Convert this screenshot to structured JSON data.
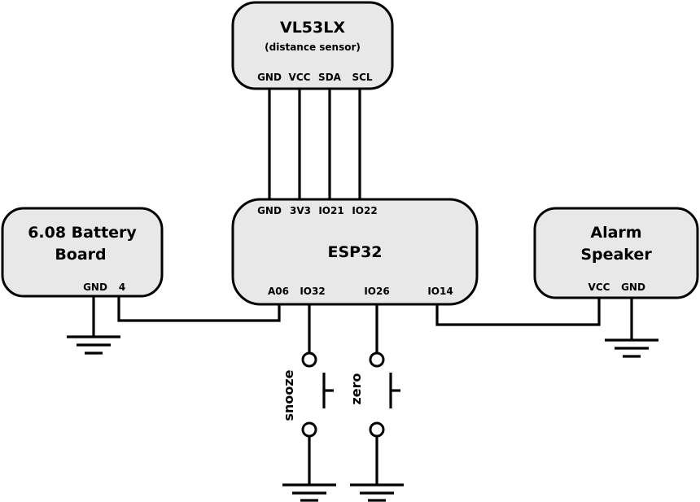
{
  "sensor": {
    "title": "VL53LX",
    "subtitle": "(distance sensor)",
    "pins": [
      "GND",
      "VCC",
      "SDA",
      "SCL"
    ]
  },
  "esp32": {
    "title": "ESP32",
    "top_pins": [
      "GND",
      "3V3",
      "IO21",
      "IO22"
    ],
    "bottom_pins": [
      "A06",
      "IO32",
      "IO26",
      "IO14"
    ]
  },
  "battery": {
    "title_line1": "6.08 Battery",
    "title_line2": "Board",
    "pins": [
      "GND",
      "4"
    ]
  },
  "speaker": {
    "title_line1": "Alarm",
    "title_line2": "Speaker",
    "pins": [
      "VCC",
      "GND"
    ]
  },
  "switches": {
    "snooze": "snooze",
    "zero": "zero"
  }
}
